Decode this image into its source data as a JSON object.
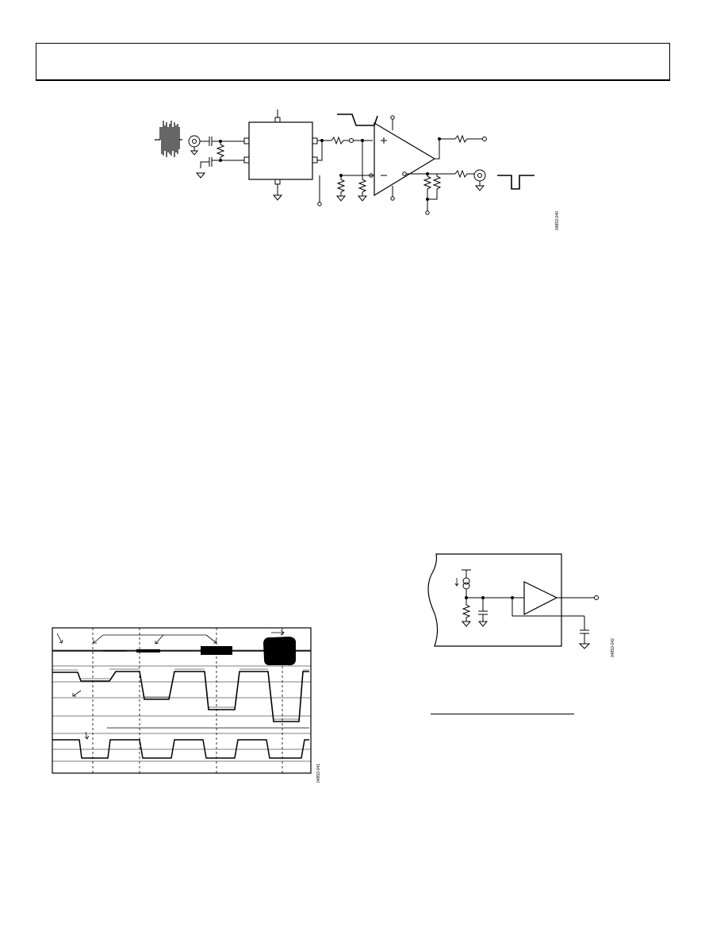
{
  "page": {
    "header_text": ""
  },
  "figures": {
    "amp_schematic": {
      "id_label": "04853-040"
    },
    "scope_traces": {
      "id_label": "04853-041"
    },
    "filter_schematic": {
      "id_label": "04853-042"
    }
  },
  "colors": {
    "ink": "#000000",
    "paper": "#ffffff"
  }
}
